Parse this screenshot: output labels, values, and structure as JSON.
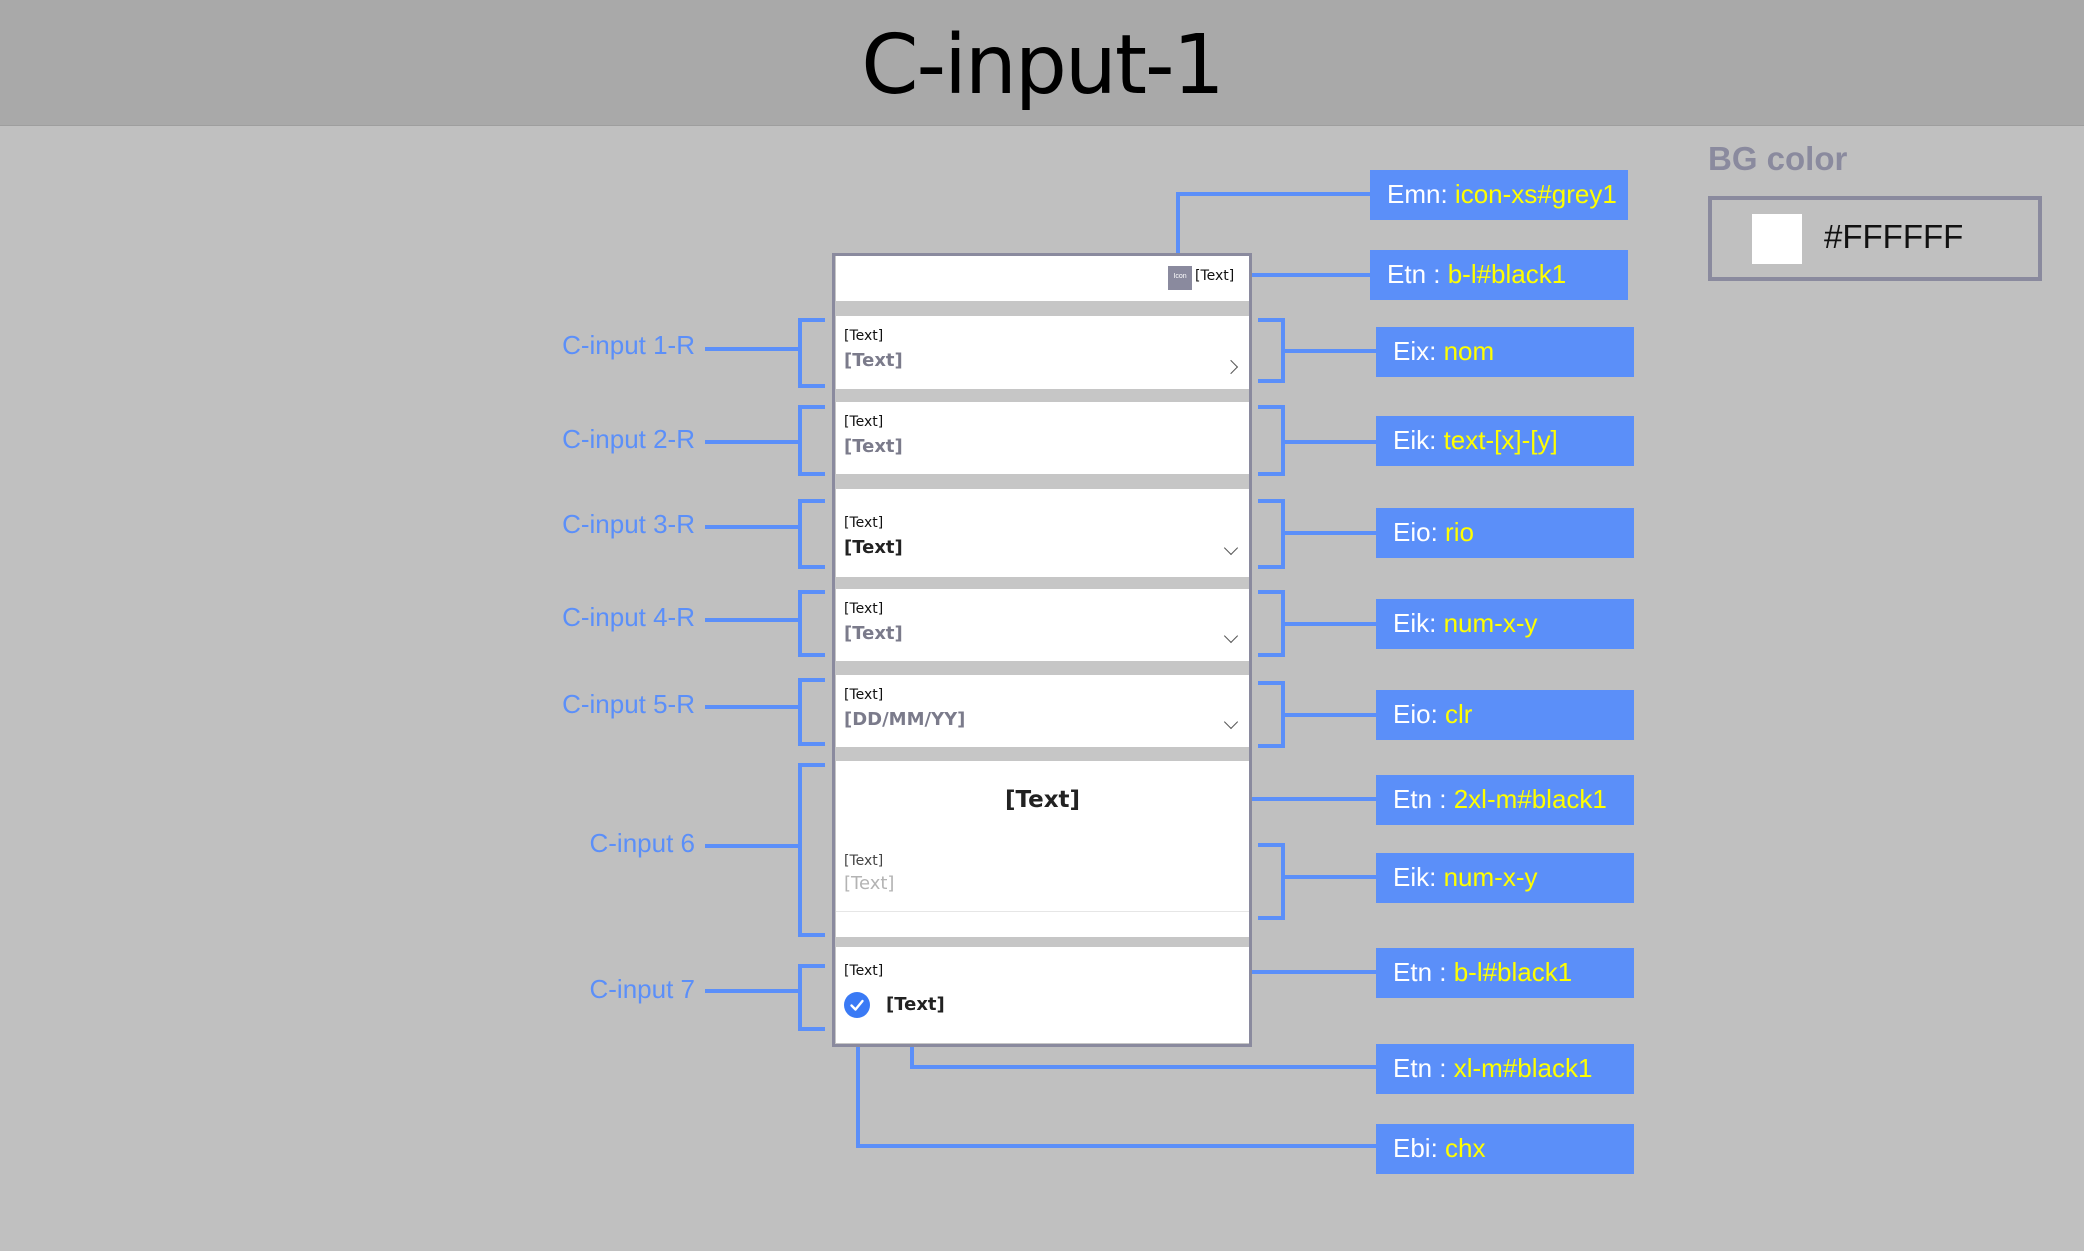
{
  "title": "C-input-1",
  "bg": {
    "title": "BG color",
    "hex": "#FFFFFF",
    "swatch_color": "#FFFFFF"
  },
  "colors": {
    "accent": "#5b8ff9",
    "annotation_code": "#ffff00",
    "frame": "#8a8a9e",
    "background": "#c0c0c0"
  },
  "row_labels": [
    "C-input 1-R",
    "C-input 2-R",
    "C-input 3-R",
    "C-input 4-R",
    "C-input 5-R",
    "C-input 6",
    "C-input 7"
  ],
  "annotations": [
    {
      "prefix": "Emn: ",
      "code": "icon-xs#grey1"
    },
    {
      "prefix": "Etn : ",
      "code": "b-l#black1"
    },
    {
      "prefix": "Eix: ",
      "code": "nom"
    },
    {
      "prefix": "Eik: ",
      "code": "text-[x]-[y]"
    },
    {
      "prefix": "Eio: ",
      "code": "rio"
    },
    {
      "prefix": "Eik: ",
      "code": "num-x-y"
    },
    {
      "prefix": "Eio: ",
      "code": "clr"
    },
    {
      "prefix": "Etn : ",
      "code": "2xl-m#black1"
    },
    {
      "prefix": "Eik: ",
      "code": "num-x-y"
    },
    {
      "prefix": "Etn : ",
      "code": "b-l#black1"
    },
    {
      "prefix": "Etn : ",
      "code": "xl-m#black1"
    },
    {
      "prefix": "Ebi: ",
      "code": "chx"
    }
  ],
  "form": {
    "header_icon": "Icon",
    "header_icon_name": "icon-placeholder",
    "header_text": "[Text]",
    "rows": [
      {
        "label": "[Text]",
        "value": "[Text]",
        "icon": "chevron-right-icon"
      },
      {
        "label": "[Text]",
        "value": "[Text]"
      },
      {
        "label": "[Text]",
        "value": "[Text]",
        "icon": "chevron-down-icon"
      },
      {
        "label": "[Text]",
        "value": "[Text]",
        "icon": "chevron-down-icon"
      },
      {
        "label": "[Text]",
        "value": "[DD/MM/YY]",
        "icon": "chevron-down-icon"
      }
    ],
    "big": {
      "title": "[Text]",
      "label": "[Text]",
      "value": "[Text]"
    },
    "check": {
      "label": "[Text]",
      "value": "[Text]",
      "icon": "check-circle-icon"
    }
  }
}
